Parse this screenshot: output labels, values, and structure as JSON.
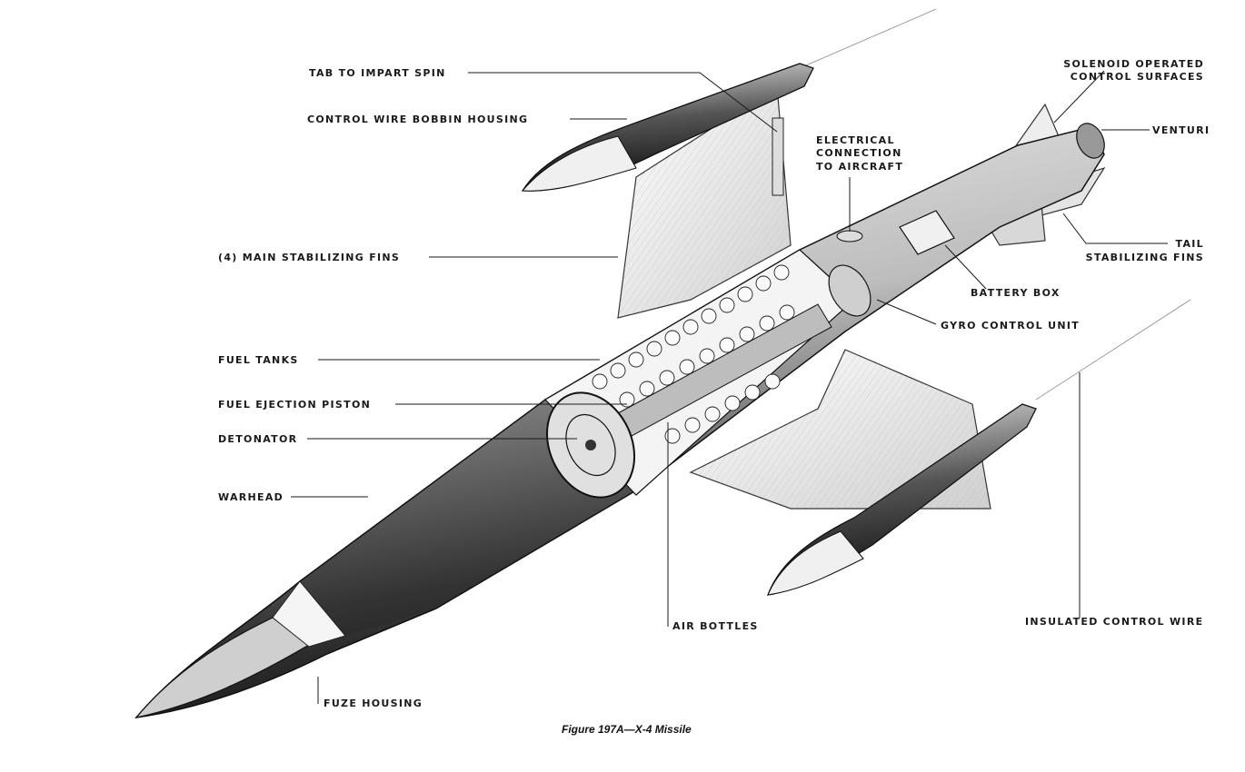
{
  "caption": "Figure 197A—X-4 Missile",
  "labels": {
    "tab_spin": "TAB TO IMPART SPIN",
    "bobbin_housing": "CONTROL WIRE BOBBIN HOUSING",
    "main_fins": "(4) MAIN  STABILIZING FINS",
    "fuel_tanks": "FUEL TANKS",
    "fuel_piston": "FUEL EJECTION PISTON",
    "detonator": "DETONATOR",
    "warhead": "WARHEAD",
    "fuze_housing": "FUZE HOUSING",
    "air_bottles": "AIR BOTTLES",
    "electrical_1": "ELECTRICAL",
    "electrical_2": "CONNECTION",
    "electrical_3": "TO AIRCRAFT",
    "solenoid_1": "SOLENOID OPERATED",
    "solenoid_2": "CONTROL SURFACES",
    "venturi": "VENTURI",
    "tail_1": "TAIL",
    "tail_2": "STABILIZING FINS",
    "battery_box": "BATTERY BOX",
    "gyro": "GYRO CONTROL UNIT",
    "insulated_wire": "INSULATED CONTROL WIRE"
  },
  "colors": {
    "ink": "#1a1a1a",
    "paper": "#ffffff",
    "shade": "#9a9a9a",
    "light": "#e6e6e6"
  }
}
